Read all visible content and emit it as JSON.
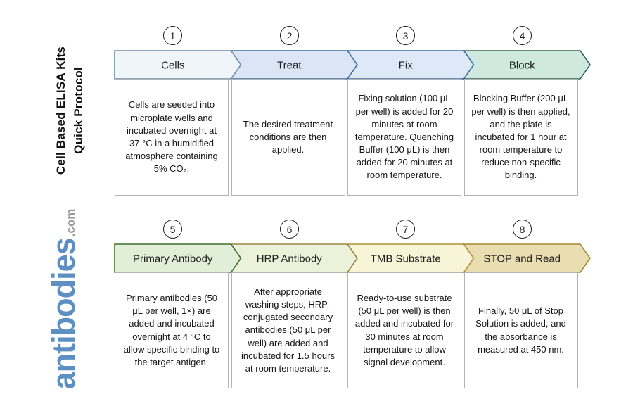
{
  "sidebar": {
    "title_line1": "Cell Based ELISA Kits",
    "title_line2": "Quick Protocol",
    "logo_name": "antibodies",
    "logo_tld": ".com",
    "brand_blue": "#5d8fc2",
    "tld_gray": "#9b9b9b"
  },
  "steps": [
    {
      "number": "1",
      "label": "Cells",
      "fill": "#f0f5fa",
      "stroke": "#6c8cab",
      "description": "Cells are seeded into microplate wells and incubated overnight at 37 °C in a humidified atmosphere containing 5% CO₂."
    },
    {
      "number": "2",
      "label": "Treat",
      "fill": "#dbe5f6",
      "stroke": "#3f6d9e",
      "description": "The desired treatment conditions are then applied."
    },
    {
      "number": "3",
      "label": "Fix",
      "fill": "#dee9f8",
      "stroke": "#3f6d9e",
      "description": "Fixing solution (100 μL per well) is added for 20 minutes at room temperature. Quenching Buffer (100 μL) is then added for 20 minutes at room temperature."
    },
    {
      "number": "4",
      "label": "Block",
      "fill": "#cfe9df",
      "stroke": "#2f6659",
      "description": "Blocking Buffer (200 μL per well) is then applied, and the plate is incubated for 1 hour at room temperature to reduce non-specific binding."
    },
    {
      "number": "5",
      "label": "Primary Antibody",
      "fill": "#e1efd8",
      "stroke": "#3f6f2c",
      "description": "Primary antibodies (50 μL per well, 1×) are added and incubated overnight at 4 °C to allow specific binding to the target antigen."
    },
    {
      "number": "6",
      "label": "HRP Antibody",
      "fill": "#ecf1da",
      "stroke": "#94883e",
      "description": "After appropriate washing steps, HRP-conjugated secondary antibodies (50 μL per well) are added and incubated for 1.5 hours at room temperature."
    },
    {
      "number": "7",
      "label": "TMB Substrate",
      "fill": "#f8f4d7",
      "stroke": "#b08e36",
      "description": "Ready-to-use substrate (50 μL per well) is then added and incubated for 30 minutes at room temperature to allow signal development."
    },
    {
      "number": "8",
      "label": "STOP and Read",
      "fill": "#e9ddb2",
      "stroke": "#a8852f",
      "description": "Finally, 50 μL of Stop Solution is added, and the absorbance is measured at 450 nm."
    }
  ]
}
